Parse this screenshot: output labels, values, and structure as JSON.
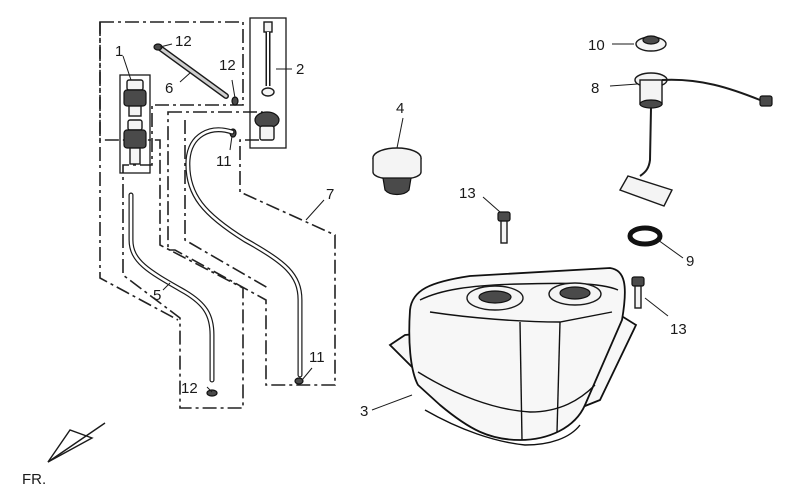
{
  "callouts": {
    "c1": "1",
    "c2": "2",
    "c3": "3",
    "c4": "4",
    "c5": "5",
    "c6": "6",
    "c7": "7",
    "c8": "8",
    "c9": "9",
    "c10": "10",
    "c11a": "11",
    "c11b": "11",
    "c12a": "12",
    "c12b": "12",
    "c12c": "12",
    "c13a": "13",
    "c13b": "13"
  },
  "direction_label": "FR."
}
